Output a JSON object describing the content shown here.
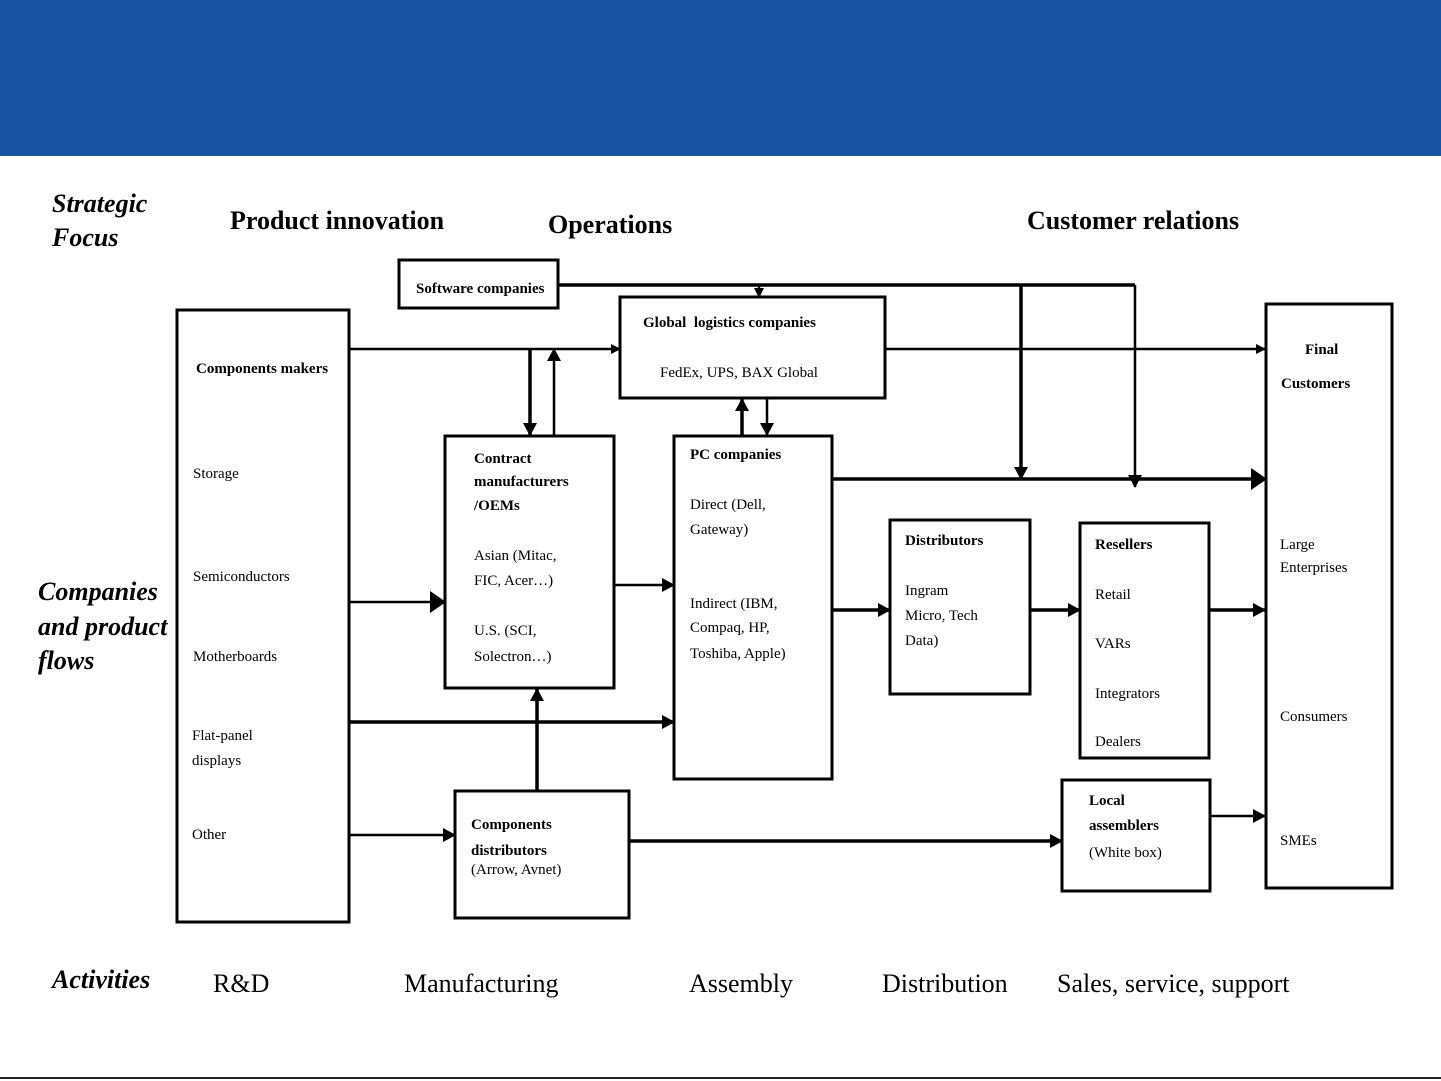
{
  "header": {
    "band_color": "#1752a3"
  },
  "labels": {
    "strategic_focus": [
      "Strategic",
      "Focus"
    ],
    "companies_flows": [
      "Companies",
      "and product",
      "flows"
    ],
    "activities": "Activities"
  },
  "focus_headings": {
    "product_innovation": "Product innovation",
    "operations": "Operations",
    "customer_relations": "Customer relations"
  },
  "activities_row": [
    "R&D",
    "Manufacturing",
    "Assembly",
    "Distribution",
    "Sales, service, support"
  ],
  "boxes": {
    "components_makers": {
      "title": "Components makers",
      "items": [
        "Storage",
        "Semiconductors",
        "Motherboards",
        "Flat-panel",
        "displays",
        "Other"
      ]
    },
    "software": {
      "title": "Software companies"
    },
    "logistics": {
      "title": "Global  logistics companies",
      "body": "FedEx, UPS, BAX Global"
    },
    "contract_manufacturers": {
      "title": [
        "Contract",
        "manufacturers",
        "/OEMs"
      ],
      "body": [
        "Asian (Mitac,",
        "FIC, Acer…)",
        "U.S. (SCI,",
        "Solectron…)"
      ]
    },
    "pc_companies": {
      "title": "PC companies",
      "body": [
        "Direct (Dell,",
        "Gateway)",
        "Indirect (IBM,",
        "Compaq, HP,",
        "Toshiba, Apple)"
      ]
    },
    "distributors": {
      "title": "Distributors",
      "body": [
        "Ingram",
        "Micro, Tech",
        "Data)"
      ]
    },
    "resellers": {
      "title": "Resellers",
      "body": [
        "Retail",
        "VARs",
        "Integrators",
        "Dealers"
      ]
    },
    "components_distributors": {
      "title": [
        "Components",
        "distributors"
      ],
      "body": "(Arrow, Avnet)"
    },
    "local_assemblers": {
      "title": [
        "Local",
        "assemblers"
      ],
      "body": "(White box)"
    },
    "final_customers": {
      "title": [
        "Final",
        "Customers"
      ],
      "body": [
        "Large",
        "Enterprises",
        "Consumers",
        "SMEs"
      ]
    }
  }
}
